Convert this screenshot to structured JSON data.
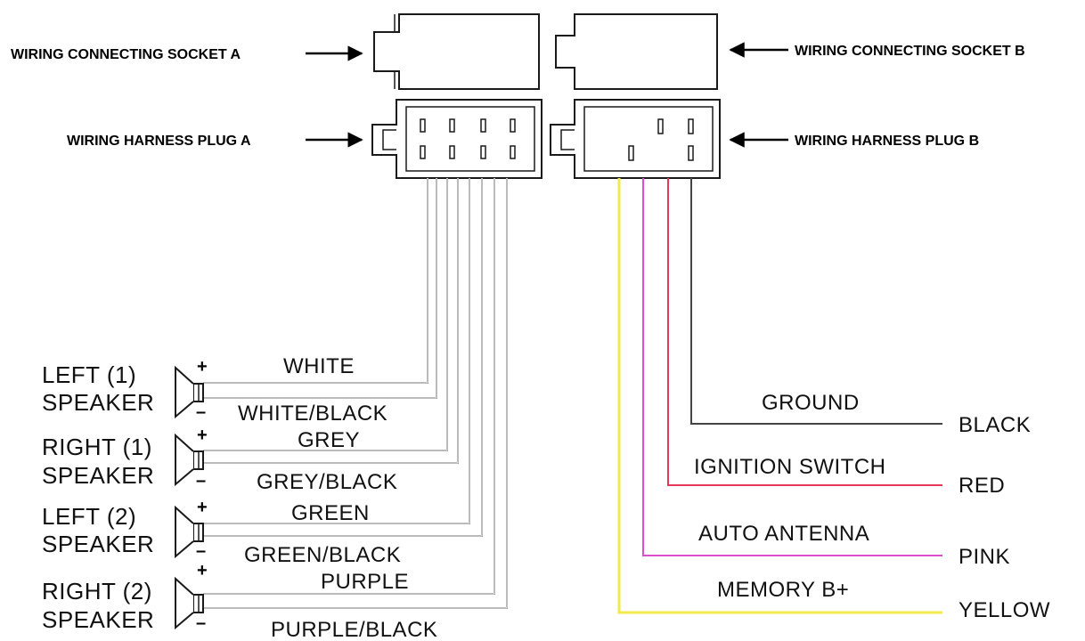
{
  "components": {
    "socket_a": "WIRING CONNECTING SOCKET A",
    "socket_b": "WIRING CONNECTING SOCKET B",
    "plug_a": "WIRING HARNESS PLUG A",
    "plug_b": "WIRING HARNESS PLUG B"
  },
  "speakers": [
    {
      "line1": "LEFT (1)",
      "line2": "SPEAKER",
      "plus": "+",
      "minus": "–",
      "pos_wire": "WHITE",
      "neg_wire": "WHITE/BLACK"
    },
    {
      "line1": "RIGHT (1)",
      "line2": "SPEAKER",
      "plus": "+",
      "minus": "–",
      "pos_wire": "GREY",
      "neg_wire": "GREY/BLACK"
    },
    {
      "line1": "LEFT (2)",
      "line2": "SPEAKER",
      "plus": "+",
      "minus": "–",
      "pos_wire": "GREEN",
      "neg_wire": "GREEN/BLACK"
    },
    {
      "line1": "RIGHT (2)",
      "line2": "SPEAKER",
      "plus": "+",
      "minus": "–",
      "pos_wire": "PURPLE",
      "neg_wire": "PURPLE/BLACK"
    }
  ],
  "power_wires": [
    {
      "function": "GROUND",
      "color_name": "BLACK",
      "color": "#444444"
    },
    {
      "function": "IGNITION SWITCH",
      "color_name": "RED",
      "color": "#e8385a"
    },
    {
      "function": "AUTO ANTENNA",
      "color_name": "PINK",
      "color": "#d94fd0"
    },
    {
      "function": "MEMORY B+",
      "color_name": "YELLOW",
      "color": "#f2ea4a"
    }
  ]
}
